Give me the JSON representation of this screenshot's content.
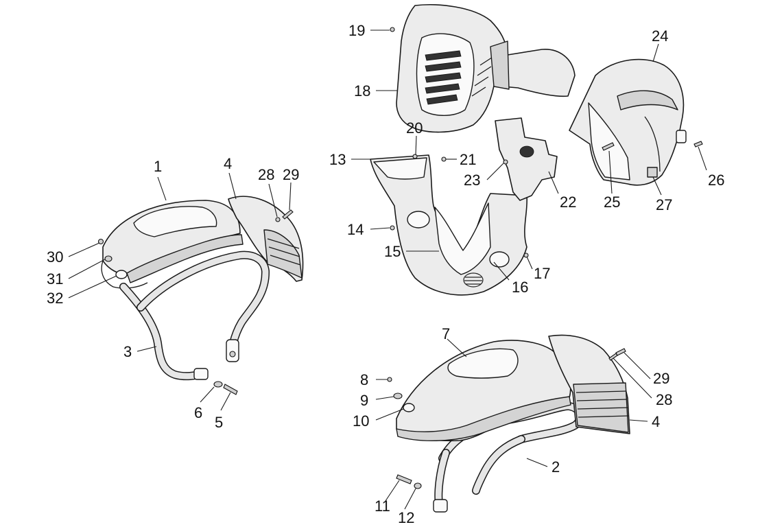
{
  "callouts": [
    {
      "id": "c1",
      "text": "1"
    },
    {
      "id": "c2",
      "text": "2"
    },
    {
      "id": "c3",
      "text": "3"
    },
    {
      "id": "c4a",
      "text": "4"
    },
    {
      "id": "c4b",
      "text": "4"
    },
    {
      "id": "c5",
      "text": "5"
    },
    {
      "id": "c6",
      "text": "6"
    },
    {
      "id": "c7",
      "text": "7"
    },
    {
      "id": "c8",
      "text": "8"
    },
    {
      "id": "c9",
      "text": "9"
    },
    {
      "id": "c10",
      "text": "10"
    },
    {
      "id": "c11",
      "text": "11"
    },
    {
      "id": "c12",
      "text": "12"
    },
    {
      "id": "c13",
      "text": "13"
    },
    {
      "id": "c14",
      "text": "14"
    },
    {
      "id": "c15",
      "text": "15"
    },
    {
      "id": "c16",
      "text": "16"
    },
    {
      "id": "c17",
      "text": "17"
    },
    {
      "id": "c18",
      "text": "18"
    },
    {
      "id": "c19",
      "text": "19"
    },
    {
      "id": "c20",
      "text": "20"
    },
    {
      "id": "c21",
      "text": "21"
    },
    {
      "id": "c22",
      "text": "22"
    },
    {
      "id": "c23",
      "text": "23"
    },
    {
      "id": "c24",
      "text": "24"
    },
    {
      "id": "c25",
      "text": "25"
    },
    {
      "id": "c26",
      "text": "26"
    },
    {
      "id": "c27",
      "text": "27"
    },
    {
      "id": "c28a",
      "text": "28"
    },
    {
      "id": "c28b",
      "text": "28"
    },
    {
      "id": "c29a",
      "text": "29"
    },
    {
      "id": "c29b",
      "text": "29"
    },
    {
      "id": "c30",
      "text": "30"
    },
    {
      "id": "c31",
      "text": "31"
    },
    {
      "id": "c32",
      "text": "32"
    }
  ]
}
